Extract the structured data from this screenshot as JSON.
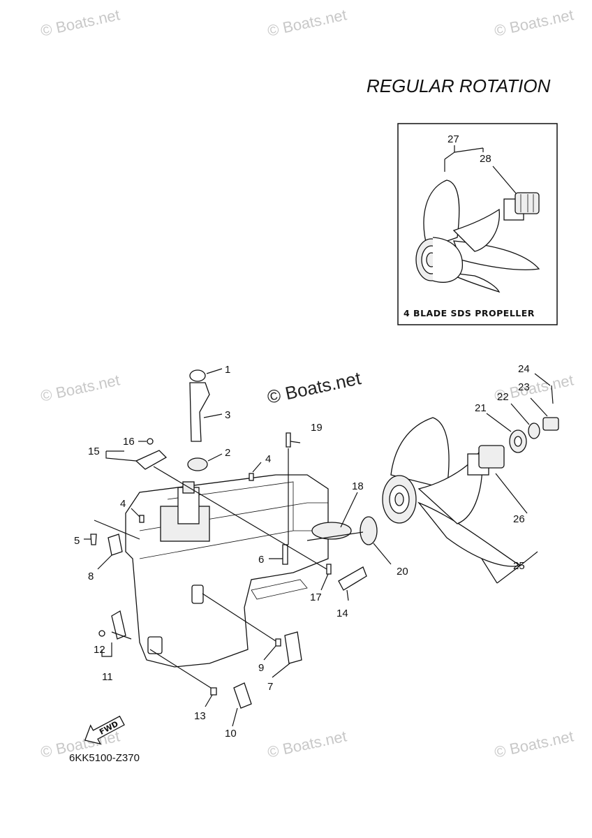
{
  "title": "REGULAR ROTATION",
  "diagram_code": "6KK5100-Z370",
  "inset": {
    "caption": "4 BLADE SDS PROPELLER",
    "callouts": [
      "27",
      "28"
    ]
  },
  "fwd_label": "FWD",
  "watermark": {
    "text": "© Boats.net",
    "main_text": "© Boats.net"
  },
  "callouts": [
    "1",
    "2",
    "3",
    "4",
    "4",
    "5",
    "6",
    "7",
    "8",
    "9",
    "10",
    "11",
    "12",
    "13",
    "14",
    "15",
    "16",
    "17",
    "18",
    "19",
    "20",
    "21",
    "22",
    "23",
    "24",
    "25",
    "26"
  ]
}
